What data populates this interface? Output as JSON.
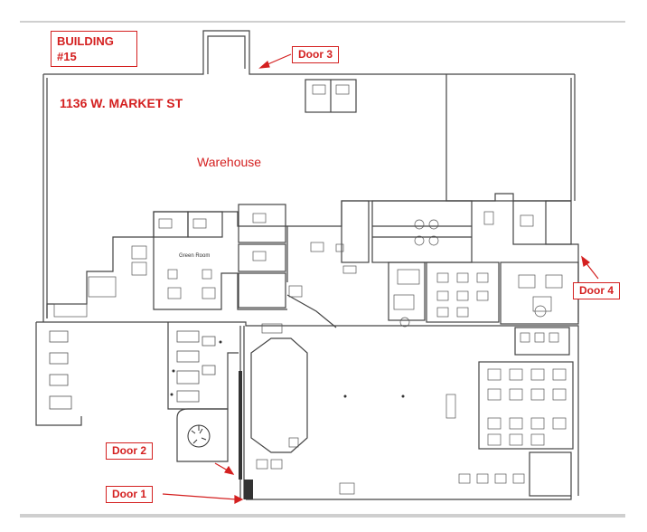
{
  "building": {
    "label_line1": "BUILDING",
    "label_line2": "#15"
  },
  "address": "1136 W. MARKET ST",
  "rooms": {
    "warehouse": "Warehouse",
    "green_room": "Green Room"
  },
  "doors": {
    "door1": "Door 1",
    "door2": "Door 2",
    "door3": "Door 3",
    "door4": "Door 4"
  },
  "colors": {
    "accent": "#d42020",
    "walls": "#444444",
    "frame": "#cfcfcf"
  }
}
